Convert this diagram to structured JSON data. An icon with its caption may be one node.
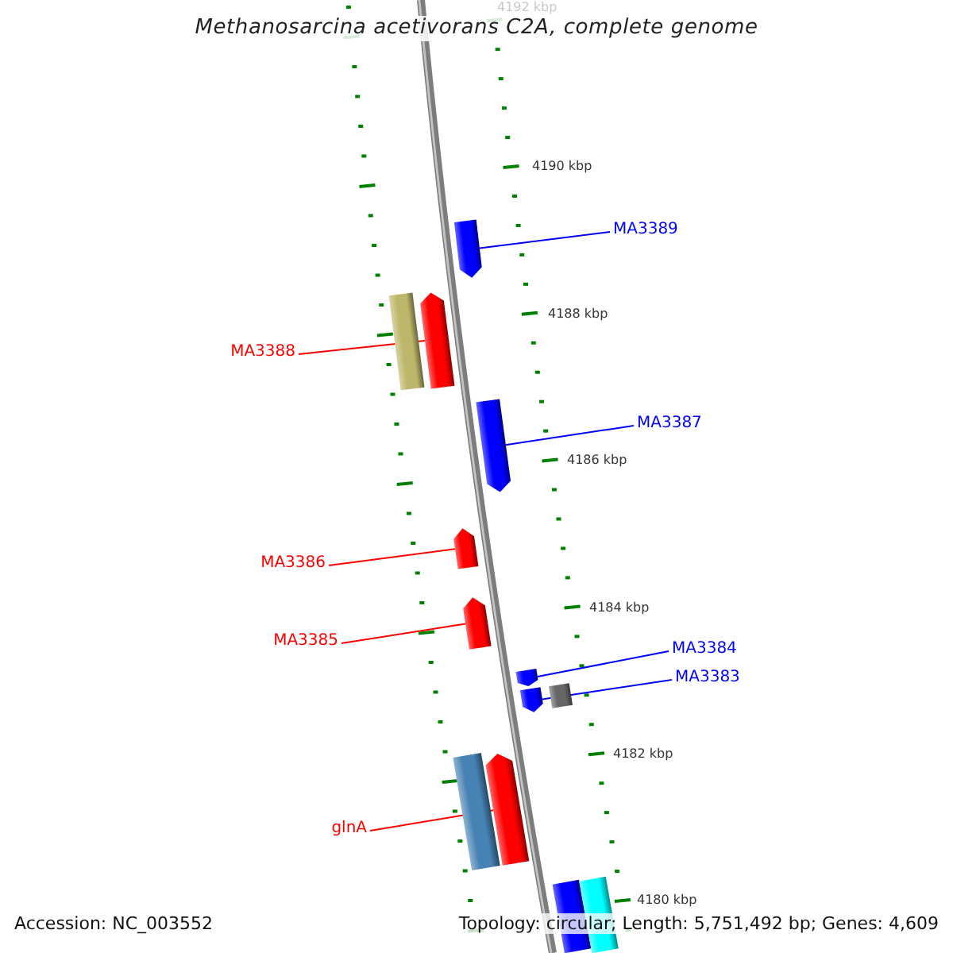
{
  "diagram": {
    "title": "Methanosarcina acetivorans C2A, complete genome",
    "nodes": [
      {
        "text": [
          "MA3389"
        ]
      },
      {
        "text": [],
        "shape": "bar"
      },
      {
        "text": [
          "MA3388"
        ]
      },
      {
        "text": [],
        "shape": "bar"
      },
      {
        "text": [],
        "shape": "bar"
      },
      {
        "text": [
          "MA3387"
        ]
      },
      {
        "text": [],
        "shape": "bar"
      },
      {
        "text": [
          "MA3386"
        ]
      },
      {
        "text": [],
        "shape": "bar"
      },
      {
        "text": [
          "MA3385"
        ]
      },
      {
        "text": [],
        "shape": "bar"
      },
      {
        "text": [
          "MA3384"
        ]
      },
      {
        "text": [],
        "shape": "bar"
      },
      {
        "text": [
          "MA3383"
        ]
      },
      {
        "text": [],
        "shape": "bar"
      },
      {
        "text": [],
        "shape": "bar"
      },
      {
        "text": [
          "glnA"
        ]
      },
      {
        "text": [],
        "shape": "bar"
      },
      {
        "text": [],
        "shape": "bar"
      },
      {
        "text": [],
        "shape": "bar"
      },
      {
        "text": [],
        "shape": "bar"
      }
    ],
    "edges": [
      {
        "from": 0,
        "to": 1,
        "arrow": "none",
        "color": "#0000ff"
      },
      {
        "from": 2,
        "to": 4,
        "arrow": "none",
        "color": "#ff0000"
      },
      {
        "from": 5,
        "to": 6,
        "arrow": "none",
        "color": "#0000ff"
      },
      {
        "from": 7,
        "to": 8,
        "arrow": "none",
        "color": "#ff0000"
      },
      {
        "from": 9,
        "to": 10,
        "arrow": "none",
        "color": "#ff0000"
      },
      {
        "from": 11,
        "to": 12,
        "arrow": "none",
        "color": "#0000ff"
      },
      {
        "from": 13,
        "to": 14,
        "arrow": "none",
        "color": "#0000ff"
      },
      {
        "from": 16,
        "to": 18,
        "arrow": "none",
        "color": "#ff0000"
      }
    ],
    "labels": [
      "4192 kbp",
      "4190 kbp",
      "4188 kbp",
      "4186 kbp",
      "4184 kbp",
      "4182 kbp",
      "4180 kbp",
      "Accession: NC_003552",
      "Topology: circular; Length: 5,751,492 bp; Genes: 4,609"
    ]
  }
}
